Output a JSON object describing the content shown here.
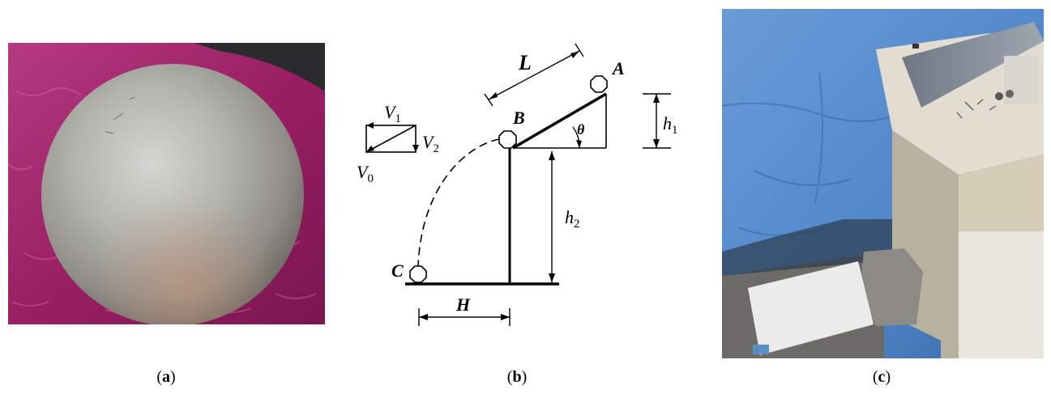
{
  "panels": {
    "a": {
      "open": "(",
      "letter": "a",
      "close": ")"
    },
    "b": {
      "open": "(",
      "letter": "b",
      "close": ")"
    },
    "c": {
      "open": "(",
      "letter": "c",
      "close": ")"
    }
  },
  "diagram": {
    "point_a": "A",
    "point_b": "B",
    "point_c": "C",
    "length_label": "L",
    "angle_label": "θ",
    "h1_base": "h",
    "h1_sub": "1",
    "h2_base": "h",
    "h2_sub": "2",
    "distance_label": "H",
    "v1_base": "V",
    "v1_sub": "1",
    "v2_base": "V",
    "v2_sub": "2",
    "v0_base": "V",
    "v0_sub": "0"
  },
  "colors": {
    "cloth": "#a5286e",
    "sphere": "#b8b9b4",
    "tarp": "#5b8fd0",
    "cabinet": "#d8d3c6",
    "floor": "#6f6c68"
  }
}
